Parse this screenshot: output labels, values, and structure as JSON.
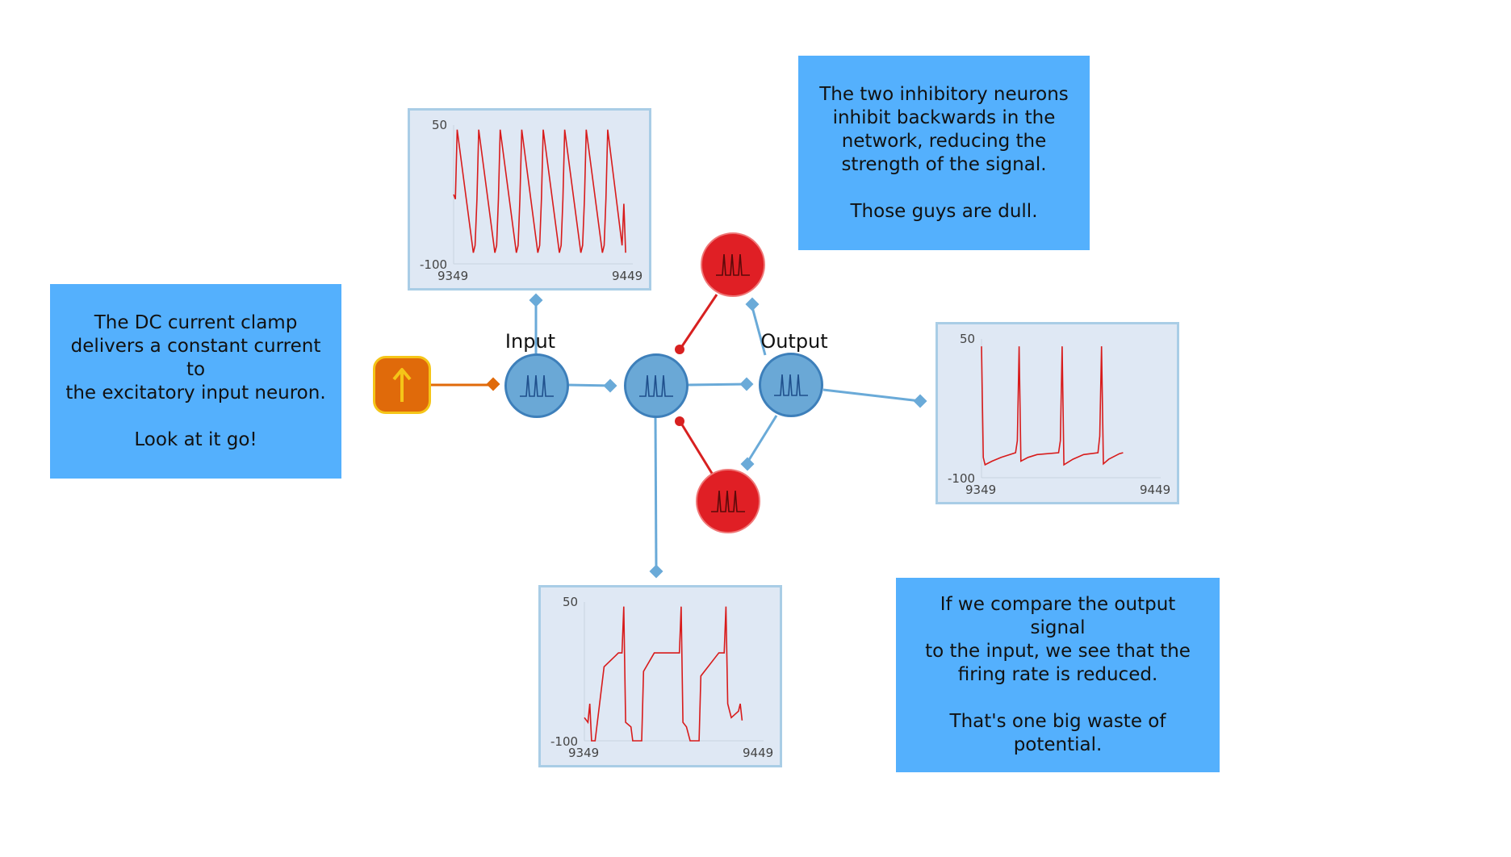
{
  "notes": {
    "clamp": [
      "The DC current clamp\ndelivers a constant current to\nthe excitatory input neuron.",
      "Look at it go!"
    ],
    "inhibitory": [
      "The two inhibitory neurons\ninhibit backwards in the\nnetwork, reducing the\nstrength of the signal.",
      "Those guys are dull."
    ],
    "comparison": [
      "If we compare the output signal\nto the input, we see that the\nfiring rate is reduced.",
      "That's one big waste of\npotential."
    ]
  },
  "neurons": {
    "input_label": "Input",
    "output_label": "Output"
  },
  "colors": {
    "note_bg": "#54b0fd",
    "excitatory": "#6aa8d6",
    "inhibitory": "#e01f25",
    "clamp": "#e06a0a",
    "clamp_arrow": "#f5c518",
    "trace": "#d81b1b",
    "wire_excitatory": "#6aaad8",
    "wire_inhibitory": "#d82020",
    "wire_clamp": "#e06a0a"
  },
  "chart_data": [
    {
      "type": "line",
      "name_hint": "input",
      "ylim": [
        -100,
        50
      ],
      "xlim": [
        9349,
        9449
      ],
      "y_ticks": [
        "50",
        "-100"
      ],
      "x_ticks": [
        "9349",
        "9449"
      ],
      "x": [
        9349,
        9350,
        9351,
        9360,
        9361,
        9362,
        9363,
        9372,
        9373,
        9374,
        9375,
        9384,
        9385,
        9386,
        9387,
        9396,
        9397,
        9398,
        9399,
        9408,
        9409,
        9410,
        9411,
        9420,
        9421,
        9422,
        9423,
        9432,
        9433,
        9434,
        9435,
        9443,
        9444,
        9445
      ],
      "y": [
        -25,
        -30,
        45,
        -88,
        -80,
        -30,
        45,
        -88,
        -80,
        -30,
        45,
        -88,
        -80,
        -30,
        45,
        -88,
        -80,
        -30,
        45,
        -88,
        -80,
        -30,
        45,
        -88,
        -80,
        -30,
        45,
        -88,
        -80,
        -30,
        45,
        -80,
        -35,
        -88
      ]
    },
    {
      "type": "line",
      "name_hint": "middle",
      "ylim": [
        -100,
        50
      ],
      "xlim": [
        9349,
        9449
      ],
      "y_ticks": [
        "50",
        "-100"
      ],
      "x_ticks": [
        "9349",
        "9449"
      ],
      "x": [
        9349,
        9351,
        9352,
        9353,
        9355,
        9360,
        9368,
        9370,
        9371,
        9372,
        9375,
        9376,
        9381,
        9382,
        9388,
        9392,
        9400,
        9402,
        9403,
        9404,
        9406,
        9408,
        9413,
        9414,
        9424,
        9427,
        9428,
        9429,
        9431,
        9435,
        9436,
        9437
      ],
      "y": [
        -75,
        -80,
        -60,
        -100,
        -100,
        -20,
        -5,
        -5,
        45,
        -80,
        -85,
        -100,
        -100,
        -25,
        -5,
        -5,
        -5,
        -5,
        45,
        -80,
        -85,
        -100,
        -100,
        -30,
        -5,
        -5,
        45,
        -60,
        -75,
        -68,
        -60,
        -78
      ]
    },
    {
      "type": "line",
      "name_hint": "output",
      "ylim": [
        -100,
        50
      ],
      "xlim": [
        9349,
        9449
      ],
      "y_ticks": [
        "50",
        "-100"
      ],
      "x_ticks": [
        "9349",
        "9449"
      ],
      "x": [
        9349,
        9350,
        9351,
        9355,
        9360,
        9368,
        9369,
        9370,
        9371,
        9375,
        9380,
        9392,
        9393,
        9394,
        9395,
        9400,
        9406,
        9414,
        9415,
        9416,
        9417,
        9420,
        9426,
        9428
      ],
      "y": [
        42,
        -78,
        -86,
        -82,
        -78,
        -73,
        -60,
        42,
        -82,
        -78,
        -75,
        -73,
        -60,
        42,
        -86,
        -80,
        -75,
        -73,
        -55,
        42,
        -85,
        -80,
        -74,
        -73
      ]
    }
  ]
}
